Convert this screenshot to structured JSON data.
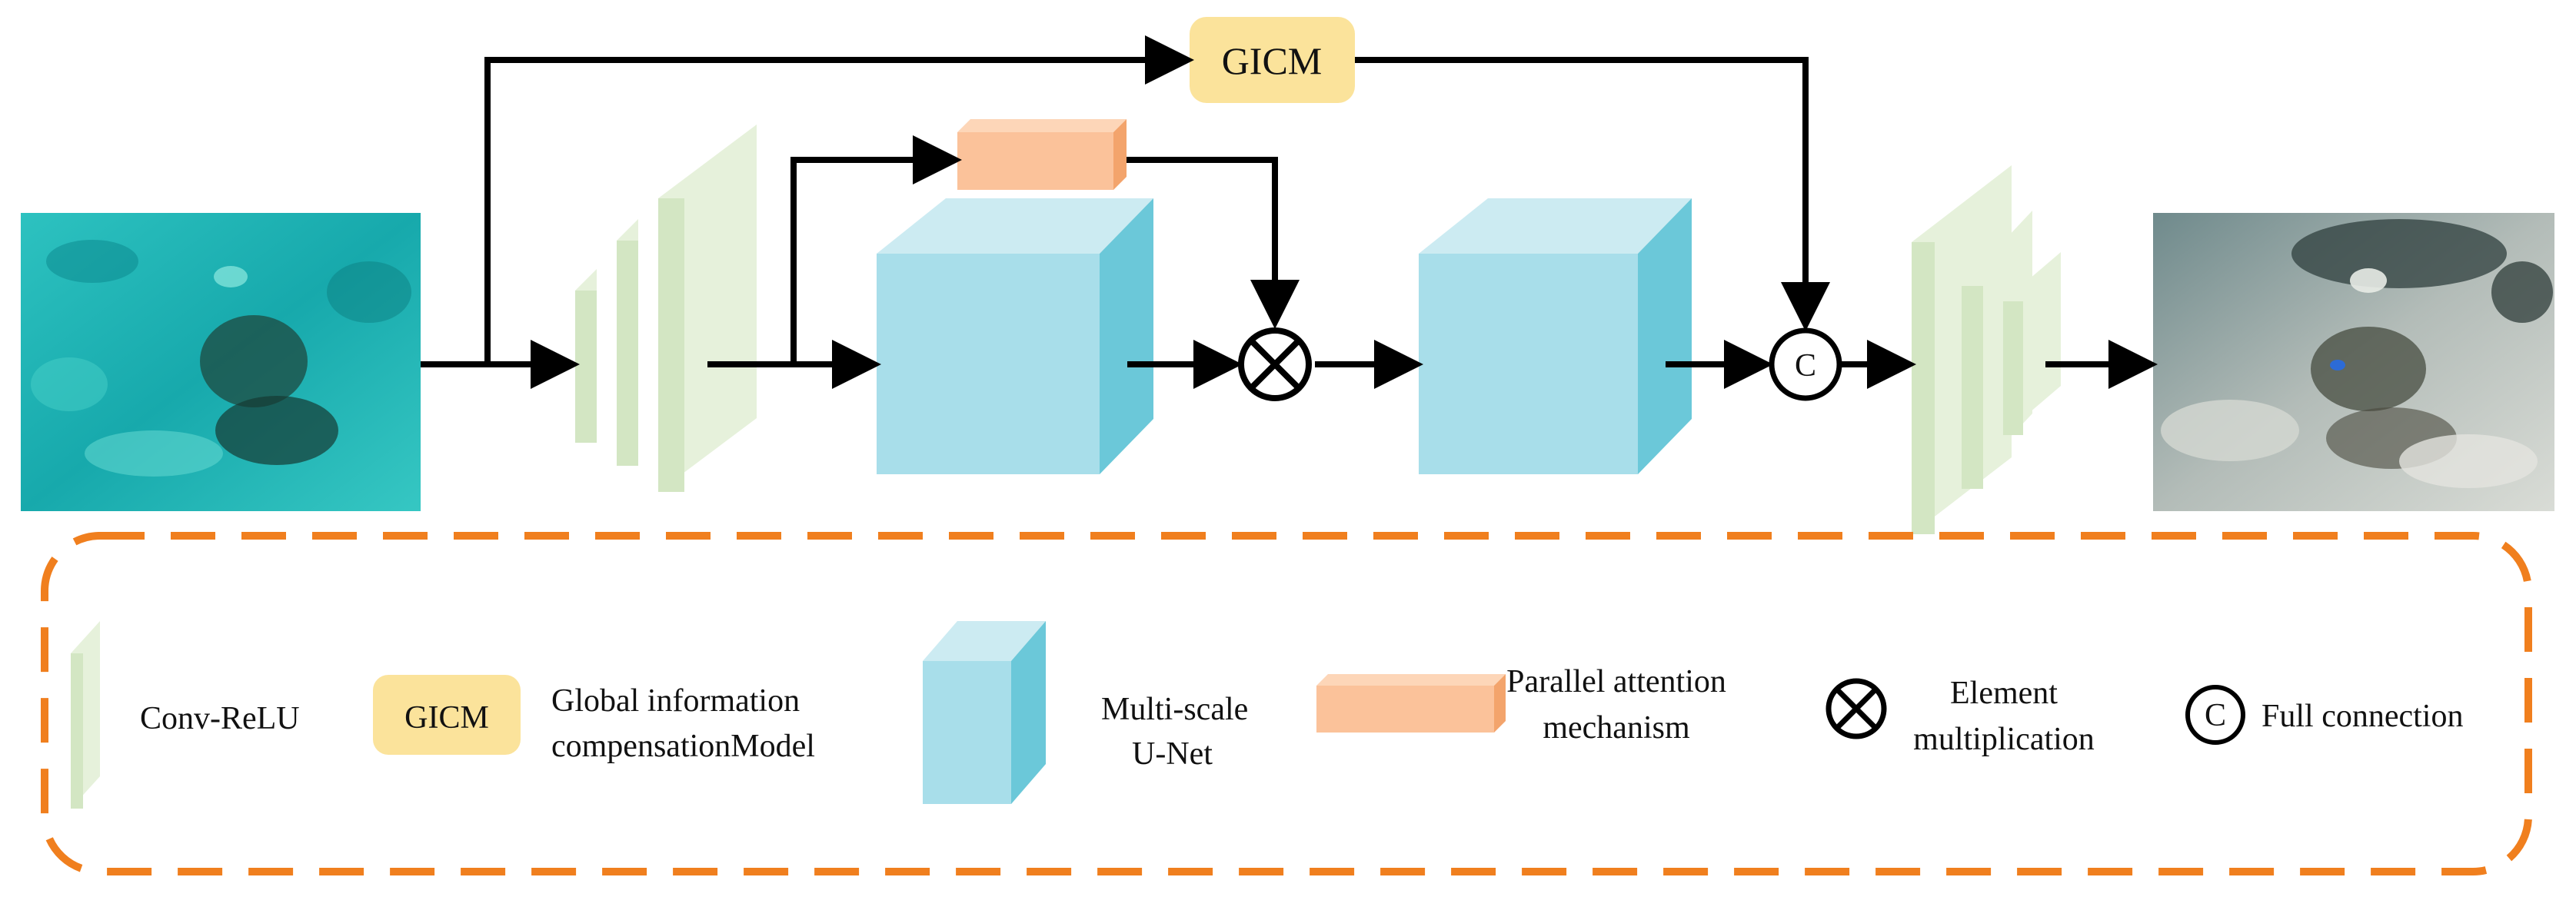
{
  "colors": {
    "conv_front": "#d3e6c3",
    "conv_side": "#e6f1db",
    "gicm_fill": "#fbe39b",
    "unet_front": "#a8deea",
    "unet_top": "#ccebf2",
    "unet_side": "#6bc8d9",
    "attention_front": "#fbc29a",
    "attention_top": "#fdd6b8",
    "attention_side": "#f3a46c",
    "legend_border": "#f07f1e",
    "arrow": "#000000",
    "input_image": "#20b8bb",
    "output_image": "#9aa9a6"
  },
  "pipeline": {
    "gicm_label": "GICM",
    "full_connection_symbol": "C"
  },
  "legend": {
    "conv_relu": "Conv-ReLU",
    "gicm_label": "GICM",
    "gicm_desc_line1": "Global information",
    "gicm_desc_line2": "compensationModel",
    "unet_line1": "Multi-scale",
    "unet_line2": "U-Net",
    "attention_line1": "Parallel attention",
    "attention_line2": "mechanism",
    "element_line1": "Element",
    "element_line2": "multiplication",
    "full_connection_symbol": "C",
    "full_connection_label": "Full connection"
  }
}
